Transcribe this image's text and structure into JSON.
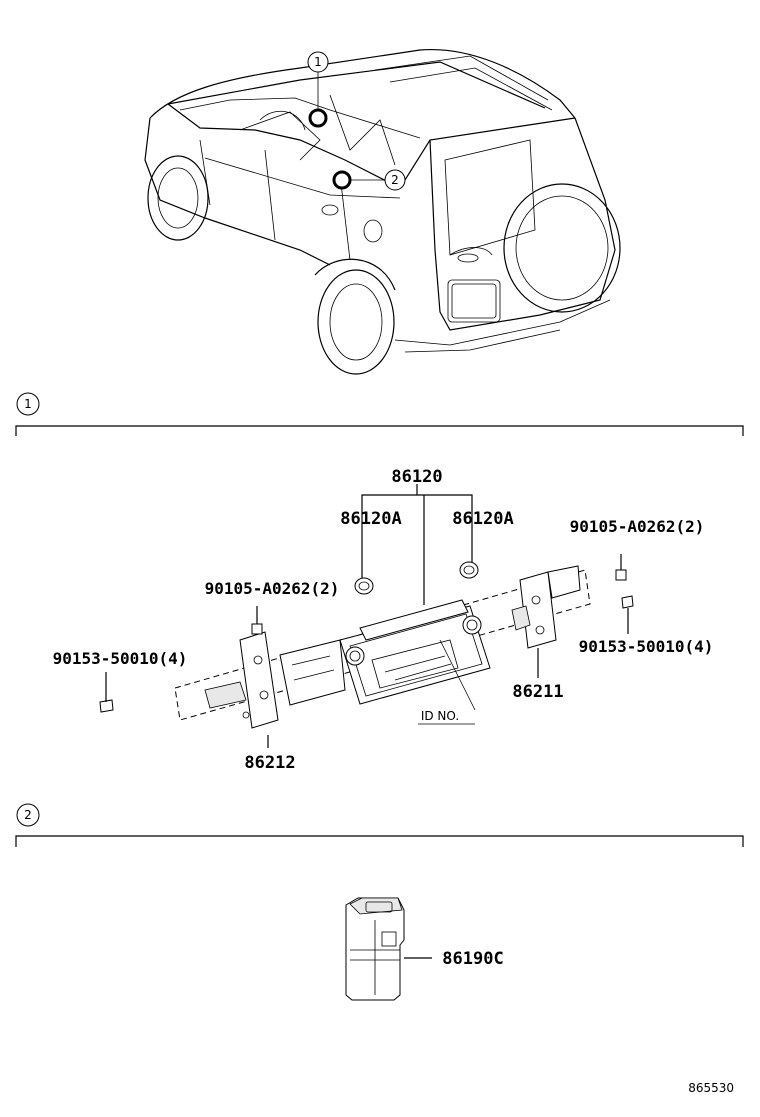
{
  "callouts": {
    "c1": "1",
    "c2": "2"
  },
  "section1": {
    "marker": "1",
    "labels": {
      "audio_assembly": "86120",
      "knob_left": "86120A",
      "knob_right": "86120A",
      "screw_left": "90105-A0262(2)",
      "screw_right": "90105-A0262(2)",
      "bolt_left": "90153-50010(4)",
      "bolt_right": "90153-50010(4)",
      "bracket_right": "86211",
      "bracket_left": "86212",
      "id_no": "ID NO."
    }
  },
  "section2": {
    "marker": "2",
    "labels": {
      "switch": "86190C"
    }
  },
  "figure_code": "865530"
}
